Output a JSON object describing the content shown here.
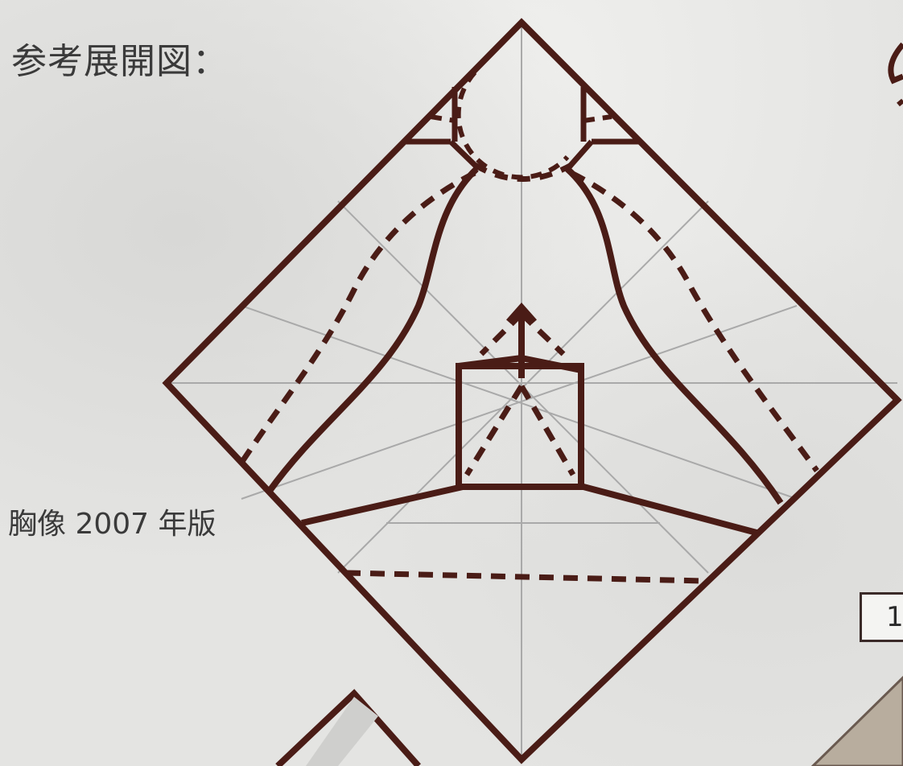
{
  "heading": "参考展開図：",
  "caption": "胸像 2007 年版",
  "step_number": "1",
  "colors": {
    "line": "#4a1c16",
    "guide": "#a9a9a9",
    "background": "#e4e4e2"
  }
}
